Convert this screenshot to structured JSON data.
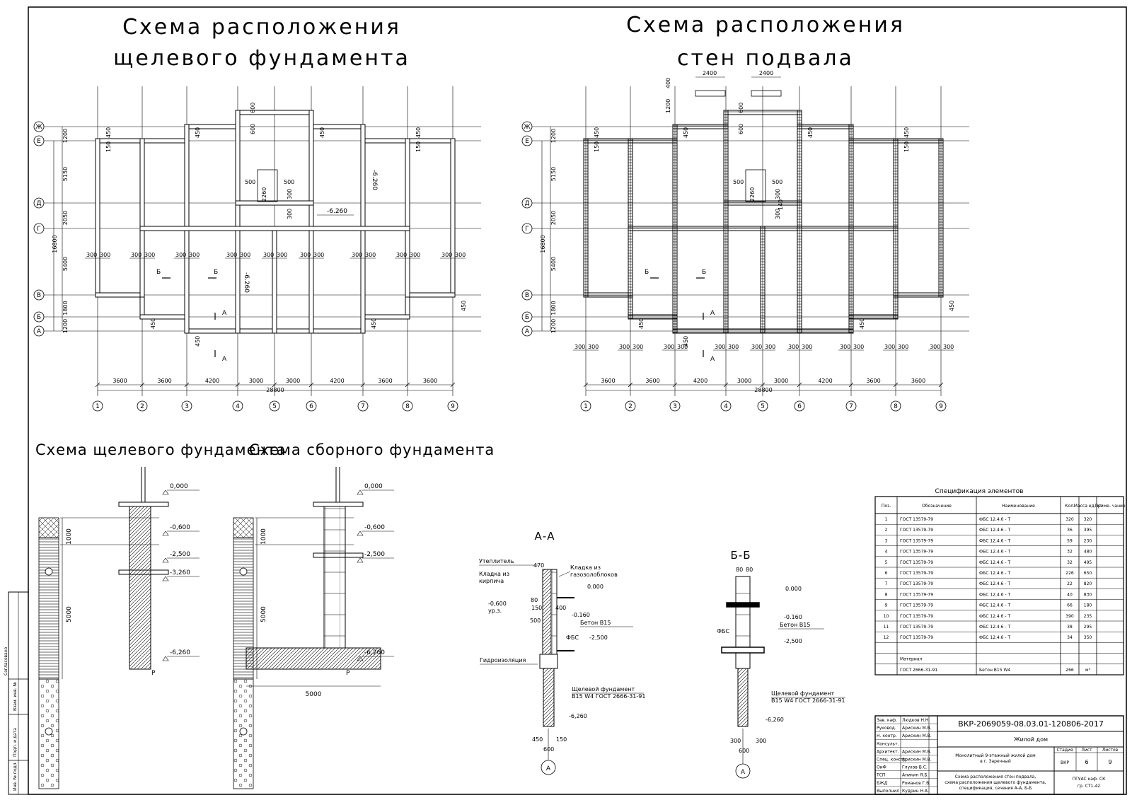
{
  "titles": {
    "plan1_line1": "Схема расположения",
    "plan1_line2": "щелевого фундамента",
    "plan2_line1": "Схема расположения",
    "plan2_line2": "стен подвала",
    "scheme_slot": "Схема щелевого фундамента",
    "scheme_precast": "Схема сборного фундамента",
    "section_aa": "А-А",
    "section_bb": "Б-Б",
    "spec": "Спецификация элементов"
  },
  "axes": {
    "vertical": [
      "1",
      "2",
      "3",
      "4",
      "5",
      "6",
      "7",
      "8",
      "9"
    ],
    "horizontal": [
      "Ж",
      "Е",
      "Д",
      "Г",
      "В",
      "Б",
      "А"
    ],
    "spans": [
      "3600",
      "3600",
      "4200",
      "3000",
      "3000",
      "4200",
      "3600",
      "3600"
    ],
    "total": "28800",
    "height_total": "16800",
    "vspans": [
      "1200",
      "5150",
      "2050",
      "5400",
      "1800",
      "1200"
    ]
  },
  "plan_labels": {
    "wall": "300",
    "col": "150",
    "col2": "450",
    "v600": "600",
    "v500": "500",
    "v2260": "2260",
    "v300": "300",
    "elev": "-6.260",
    "elev_rot": "-6.260",
    "sec_a": "А",
    "sec_b": "Б",
    "d2400": "2400",
    "d1200": "1200",
    "d400": "400",
    "v140": "140"
  },
  "schemes": {
    "e000": "0,000",
    "e0600": "-0,600",
    "e2500": "-2,500",
    "e3260": "-3,260",
    "e6260": "-6,260",
    "d1000": "1000",
    "d5000": "5000",
    "p": "P",
    "w5000": "5000"
  },
  "section_aa": {
    "insul": "Утеплитель",
    "brick1": "Кладка из",
    "brick2": "кирпича",
    "gas1": "Кладка из",
    "gas2": "газозолоблоков",
    "d470": "470",
    "d80": "80",
    "d150": "150",
    "d400": "400",
    "d500": "500",
    "e0000": "0.000",
    "e0160": "-0.160",
    "e0600": "-0,600",
    "ur": "ур.з.",
    "beton": "Бетон В15",
    "fbs": "ФБС",
    "e2500": "-2,500",
    "hydro": "Гидроизоляция",
    "slot1": "Щелевой фундамент",
    "slot2": "В15 W4 ГОСТ 2666-31-91",
    "e6260": "-6,260",
    "d450": "450",
    "d150b": "150",
    "d600": "600",
    "axis": "А"
  },
  "section_bb": {
    "d80a": "80",
    "d80b": "80",
    "e0000": "0.000",
    "e0160": "-0.160",
    "beton": "Бетон В15",
    "fbs": "ФБС",
    "e2500": "-2,500",
    "slot1": "Щелевой фундамент",
    "slot2": "В15 W4 ГОСТ 2666-31-91",
    "e6260": "-6,260",
    "d300a": "300",
    "d300b": "300",
    "d600": "600",
    "axis": "А"
  },
  "spec": {
    "headers": [
      "Поз.",
      "Обозначение",
      "Наименование",
      "Кол.",
      "Масса ед. кг",
      "Приме- чание"
    ],
    "rows": [
      [
        "1",
        "ГОСТ 13579-79",
        "ФБС 12.4.6 - Т",
        "320",
        "320",
        ""
      ],
      [
        "2",
        "ГОСТ 13579-79",
        "ФБС 12.4.6 - Т",
        "36",
        "395",
        ""
      ],
      [
        "3",
        "ГОСТ 13579-79",
        "ФБС 12.4.6 - Т",
        "59",
        "230",
        ""
      ],
      [
        "4",
        "ГОСТ 13579-79",
        "ФБС 12.4.6 - Т",
        "32",
        "480",
        ""
      ],
      [
        "5",
        "ГОСТ 13579-79",
        "ФБС 12.4.6 - Т",
        "32",
        "495",
        ""
      ],
      [
        "6",
        "ГОСТ 13579-79",
        "ФБС 12.4.6 - Т",
        "226",
        "650",
        ""
      ],
      [
        "7",
        "ГОСТ 13579-79",
        "ФБС 12.4.6 - Т",
        "22",
        "820",
        ""
      ],
      [
        "8",
        "ГОСТ 13579-79",
        "ФБС 12.4.6 - Т",
        "40",
        "830",
        ""
      ],
      [
        "9",
        "ГОСТ 13579-79",
        "ФБС 12.4.6 - Т",
        "66",
        "180",
        ""
      ],
      [
        "10",
        "ГОСТ 13579-79",
        "ФБС 12.4.6 - Т",
        "390",
        "235",
        ""
      ],
      [
        "11",
        "ГОСТ 13579-79",
        "ФБС 12.4.6 - Т",
        "38",
        "295",
        ""
      ],
      [
        "12",
        "ГОСТ 13579-79",
        "ФБС 12.4.6 - Т",
        "34",
        "350",
        ""
      ]
    ],
    "material_label": "Материал",
    "material": [
      "",
      "ГОСТ 2666-31-91",
      "Бетон В15 W4",
      "266",
      "м³",
      ""
    ]
  },
  "stamp": {
    "code": "ВКР-2069059-08.03.01-120806-2017",
    "object": "Жилой дом",
    "building1": "Монолитный 9-этажный жилой дом",
    "building2": "в г. Заречный",
    "stage_h": "Стадия",
    "sheet_h": "Лист",
    "sheets_h": "Листов",
    "stage": "ВКР",
    "sheet": "6",
    "sheets": "9",
    "content1": "Схема расположения стен подвала,",
    "content2": "схема расположения щелевого фундамента,",
    "content3": "спецификация, сечения А-А, Б-Б",
    "org1": "ПГУАС каф. СК",
    "org2": "гр. СТ1-42",
    "roles": [
      "Зав. каф.",
      "Руковод.",
      "Н. контр.",
      "Консульт.",
      "Архитект.",
      "Спец. констр.",
      "ОиФ",
      "ТСП",
      "БЖД",
      "Выполнил"
    ],
    "names": [
      "Людков Н.Н.",
      "Арискин М.В.",
      "Арискин М.В.",
      "",
      "Арискин М.В.",
      "Арискин М.В.",
      "Глухов В.С.",
      "Аникин Я.Б.",
      "Романов Г.В.",
      "Кудрин Н.А."
    ]
  },
  "side": {
    "agreed": "Согласовано",
    "inv": "Инв. № подл.",
    "sign": "Подп. и дата",
    "replace": "Взам. инв. №"
  }
}
